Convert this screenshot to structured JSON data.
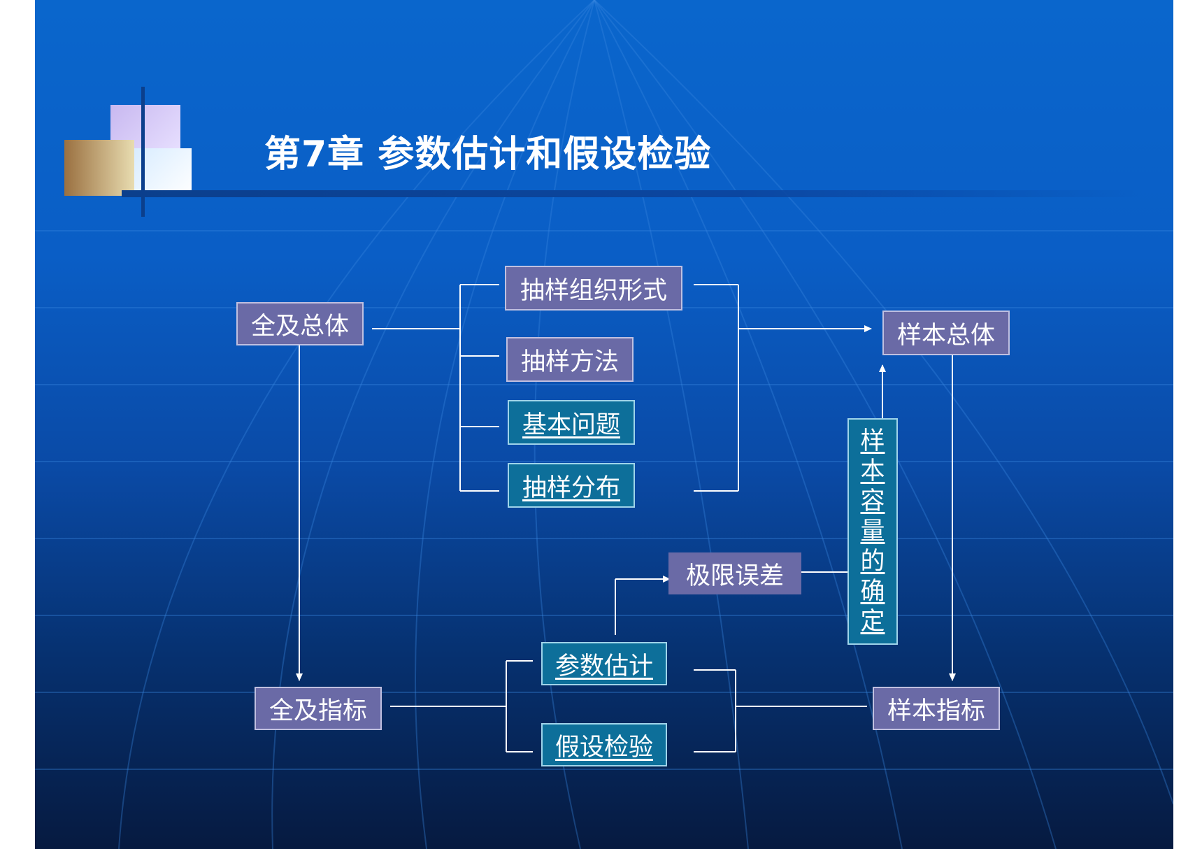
{
  "slide": {
    "title": "第7章  参数估计和假设检验"
  },
  "nodes": {
    "population": "全及总体",
    "sampling_form": "抽样组织形式",
    "sampling_method": "抽样方法",
    "basic_issues": "基本问题",
    "sampling_distribution": "抽样分布",
    "sample_population": "样本总体",
    "sample_size": [
      "样",
      "本",
      "容",
      "量",
      "的",
      "确",
      "定"
    ],
    "limit_error": "极限误差",
    "parameter_estimation": "参数估计",
    "hypothesis_testing": "假设检验",
    "population_indicator": "全及指标",
    "sample_indicator": "样本指标"
  },
  "colors": {
    "background_top": "#0a66cc",
    "background_bottom": "#061a40",
    "purple_box": "#6a6aa6",
    "teal_box": "#0d6f9a",
    "connector": "#ffffff"
  }
}
